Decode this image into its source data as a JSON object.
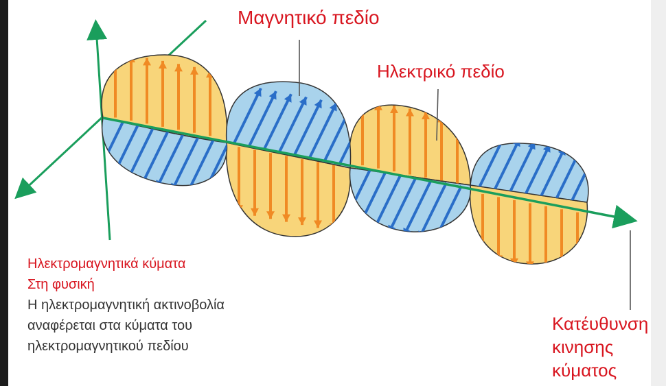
{
  "labels": {
    "magnetic_field": "Μαγνητικό πεδίο",
    "electric_field": "Ηλεκτρικό πεδίο",
    "direction": [
      "Κατέυθυνση",
      "κινησης",
      "κύματος"
    ]
  },
  "caption": {
    "title": "Ηλεκτρομαγνητικά κύματα",
    "subtitle": "Στη φυσική",
    "body": [
      "Η ηλεκτρομαγνητική ακτινοβολία",
      "αναφέρεται στα κύματα του",
      "ηλεκτρομαγνητικού πεδίου"
    ]
  },
  "colors": {
    "label_red": "#d8151f",
    "text_dark": "#333333",
    "axis_green": "#1a9e5c",
    "electric_fill": "#f8d57a",
    "electric_arrow": "#f08a24",
    "magnetic_fill": "#a9d3ec",
    "magnetic_arrow": "#2a6ec8",
    "outline": "#333333"
  }
}
